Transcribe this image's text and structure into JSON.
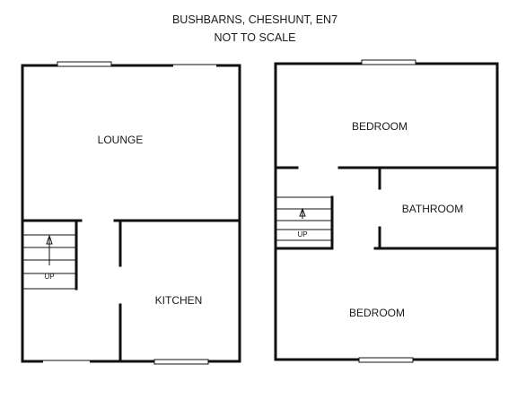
{
  "title": "BUSHBARNS, CHESHUNT, EN7",
  "subtitle": "NOT TO SCALE",
  "ground_floor": {
    "lounge": "LOUNGE",
    "kitchen": "KITCHEN",
    "stairs": "UP"
  },
  "first_floor": {
    "bedroom_top": "BEDROOM",
    "bathroom": "BATHROOM",
    "bedroom_bottom": "BEDROOM",
    "stairs": "UP"
  }
}
